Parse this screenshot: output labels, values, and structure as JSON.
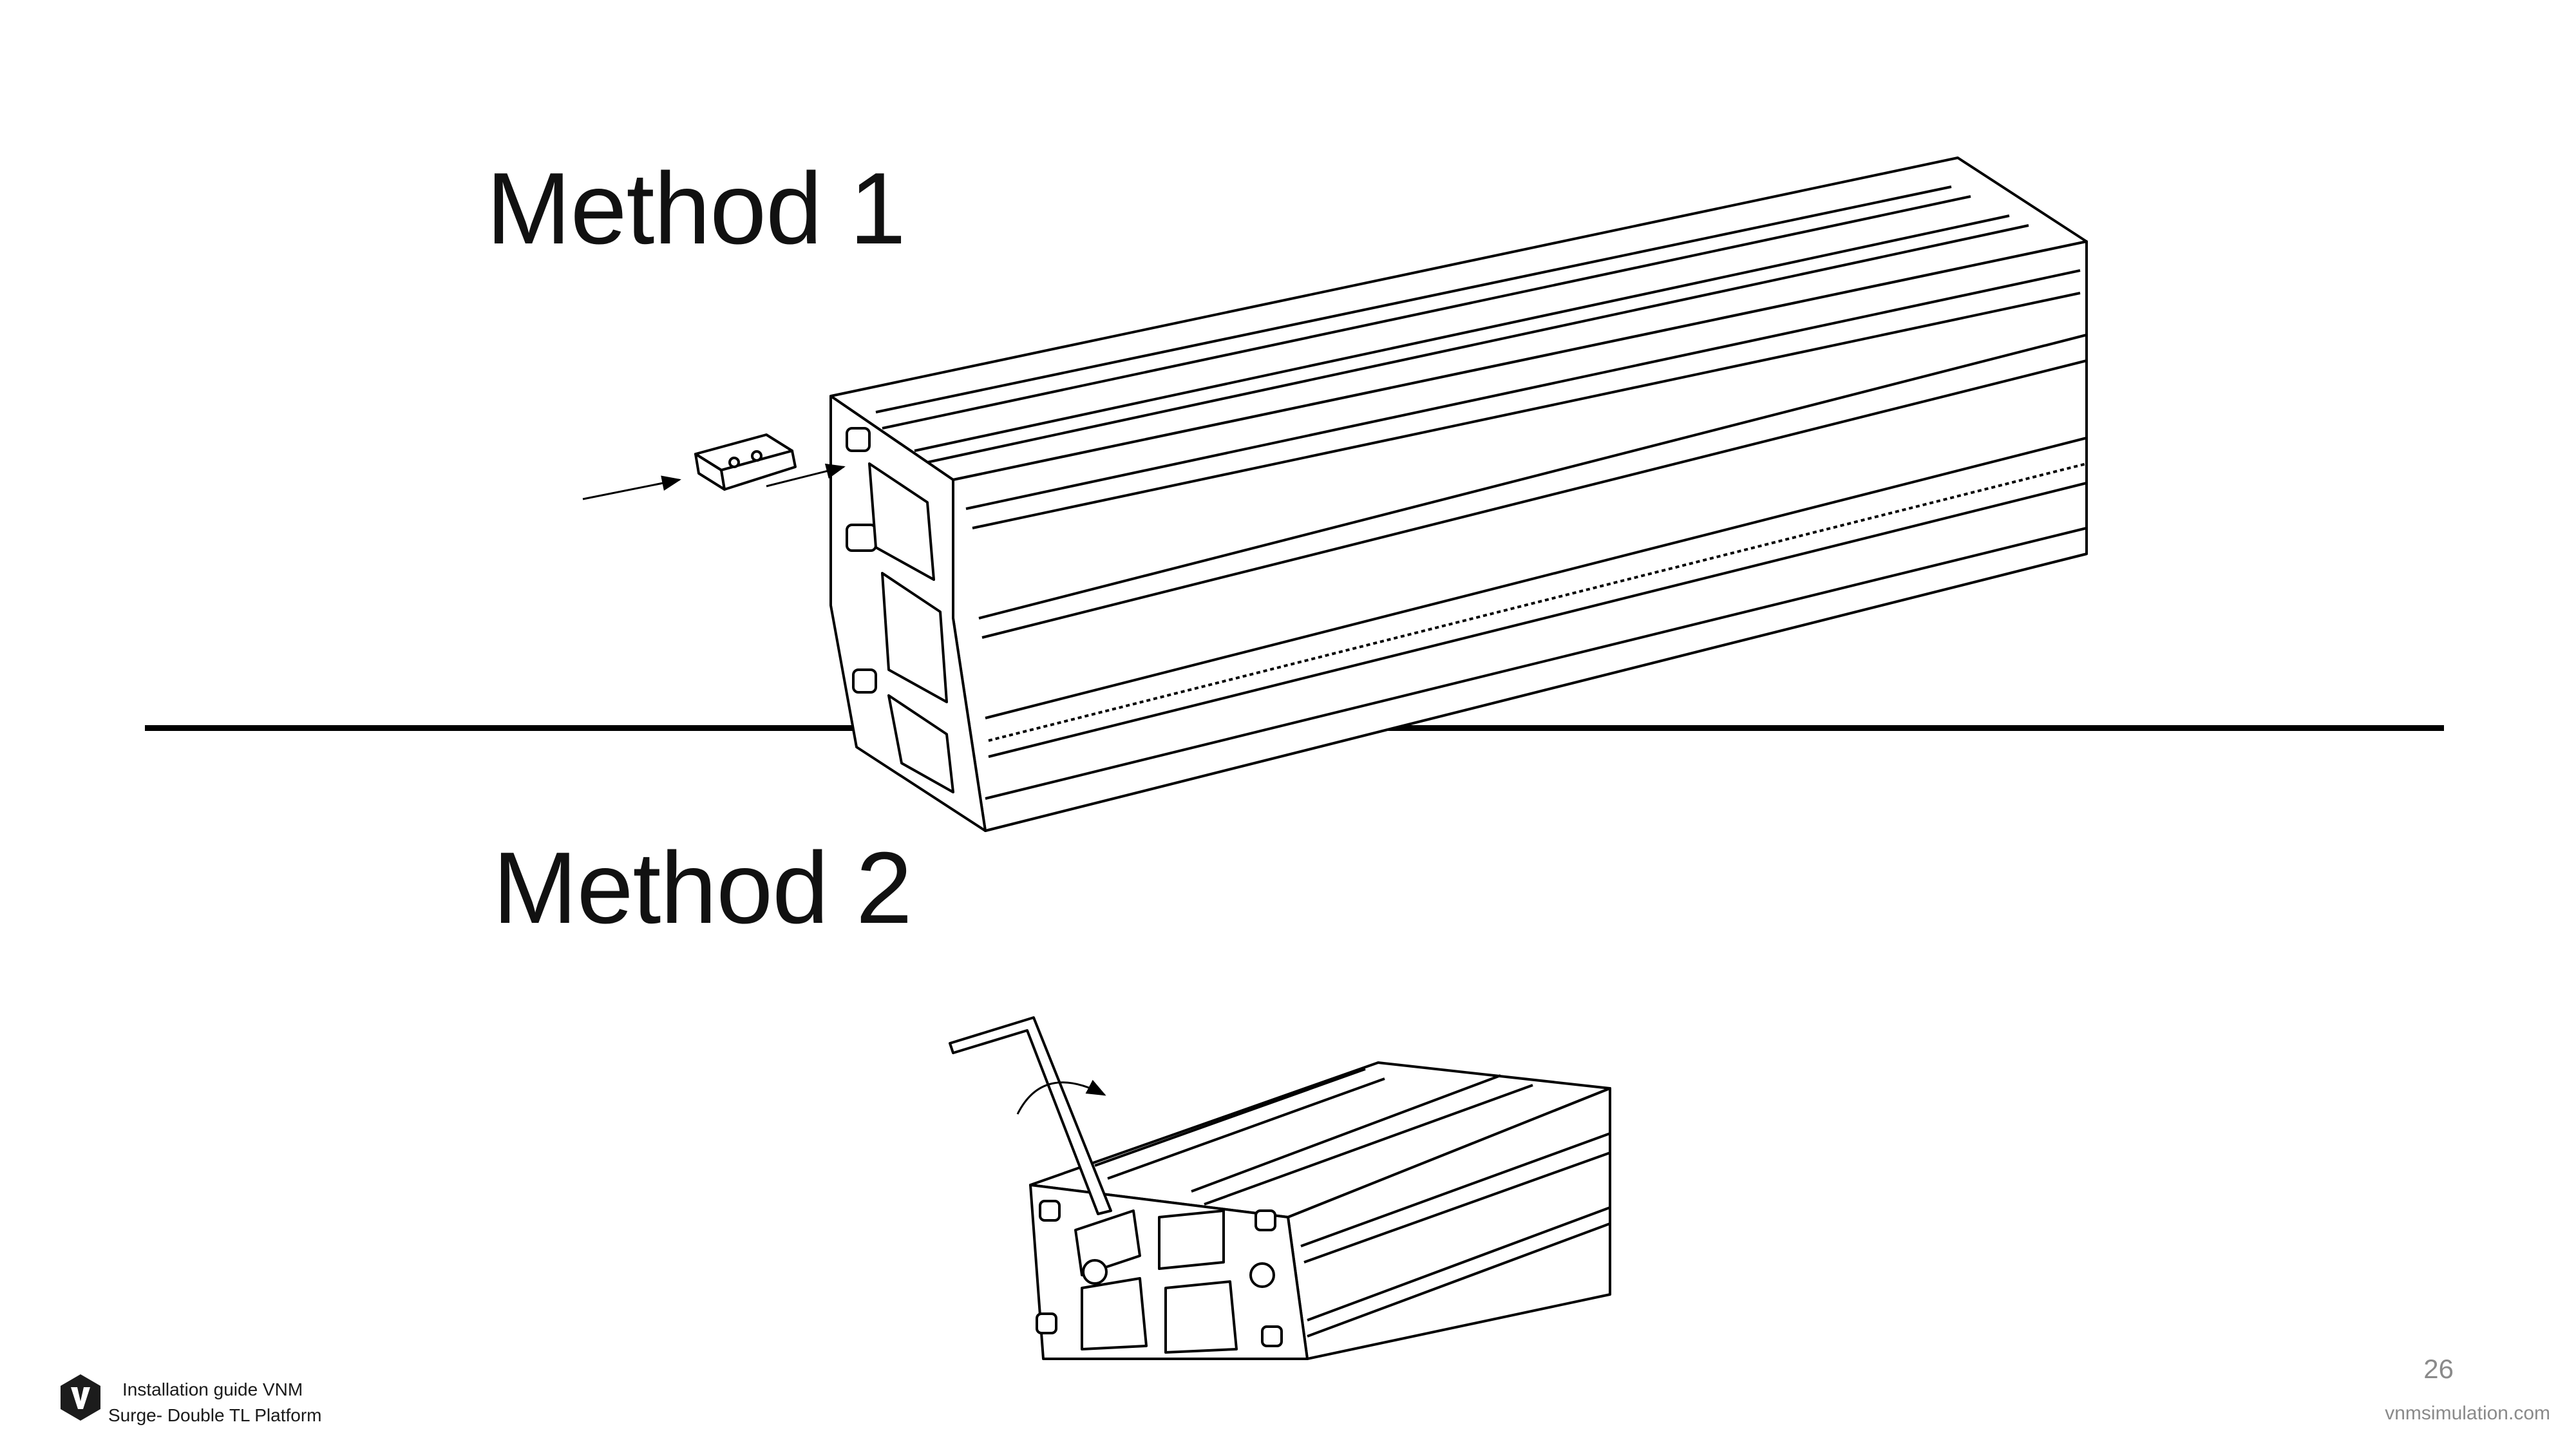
{
  "sections": [
    {
      "title": "Method 1"
    },
    {
      "title": "Method 2"
    }
  ],
  "footer": {
    "guide_line1": "Installation guide VNM",
    "guide_line2": "Surge- Double TL Platform",
    "logo_letter": "V",
    "page_number": "26",
    "website": "vnmsimulation.com"
  },
  "icons": {
    "logo": "vnm-logo-icon"
  }
}
